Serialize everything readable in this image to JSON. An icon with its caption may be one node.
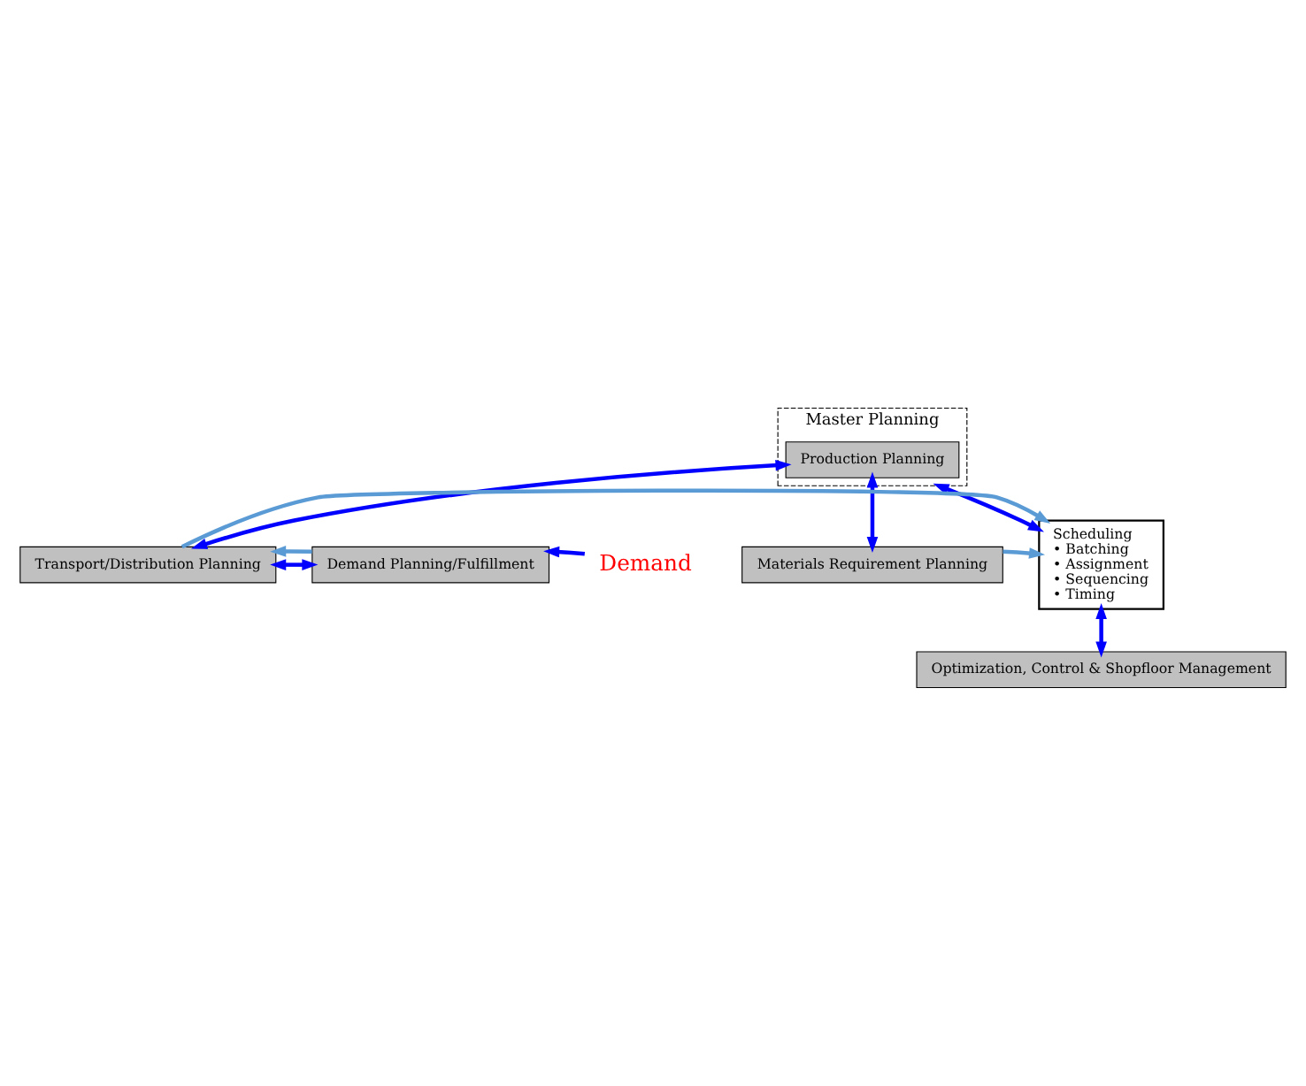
{
  "diagram": {
    "nodes": [
      {
        "text": [
          "Master Planning"
        ]
      },
      {
        "text": [
          "Production Planning"
        ],
        "in": 0
      },
      {
        "text": [
          "Materials Requirement Planning"
        ]
      },
      {
        "text": [
          "Transport/Distribution Planning"
        ]
      },
      {
        "text": [
          "Demand Planning/Fulfillment"
        ]
      },
      {
        "text": [
          "Scheduling",
          "• Batching",
          "• Assignment",
          "• Sequencing",
          "• Timing"
        ]
      },
      {
        "text": [
          "Optimization, Control & Shopfloor Management"
        ]
      },
      {
        "text": [
          "Demand"
        ]
      }
    ],
    "edges": [
      {
        "from": 2,
        "to": 1,
        "arrow": "both"
      },
      {
        "from": 1,
        "to": 3,
        "arrow": "both"
      },
      {
        "from": 3,
        "to": 4,
        "arrow": "both"
      },
      {
        "from": 0,
        "to": 5,
        "arrow": "both"
      },
      {
        "from": 2,
        "to": 5,
        "arrow": "to",
        "color": "#5b9bd5"
      },
      {
        "from": 3,
        "to": 5,
        "arrow": "to",
        "color": "#5b9bd5"
      },
      {
        "from": 4,
        "to": 3,
        "arrow": "to",
        "color": "#5b9bd5"
      },
      {
        "from": 7,
        "to": 4,
        "arrow": "to"
      },
      {
        "from": 5,
        "to": 6,
        "arrow": "both"
      }
    ]
  }
}
